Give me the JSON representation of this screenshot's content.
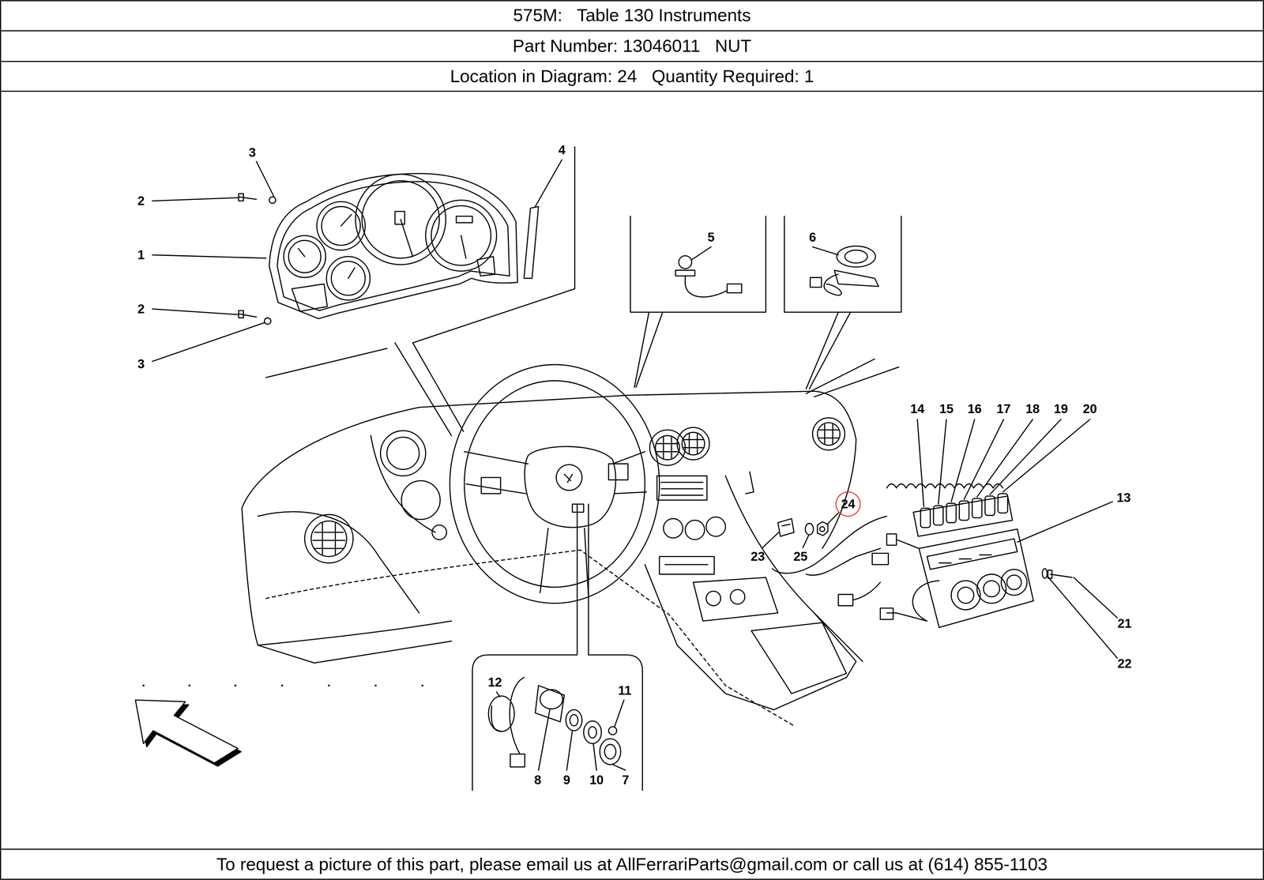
{
  "diagram": {
    "title": "575M:   Table 130 Instruments",
    "nodes": [
      {
        "text": [
          "Part Number: 13046011   NUT"
        ]
      },
      {
        "text": [
          "Location in Diagram: 24   Quantity Required: 1"
        ]
      }
    ],
    "labels": [
      "3",
      "4",
      "2",
      "1",
      "2",
      "3",
      "5",
      "6",
      "14",
      "15",
      "16",
      "17",
      "18",
      "19",
      "20",
      "24",
      "13",
      "23",
      "25",
      "21",
      "22",
      "12",
      "11",
      "8",
      "9",
      "10",
      "7"
    ],
    "caption": "To request a picture of this part, please email us at AllFerrariParts@gmail.com or call us at (614) 855-1103"
  }
}
